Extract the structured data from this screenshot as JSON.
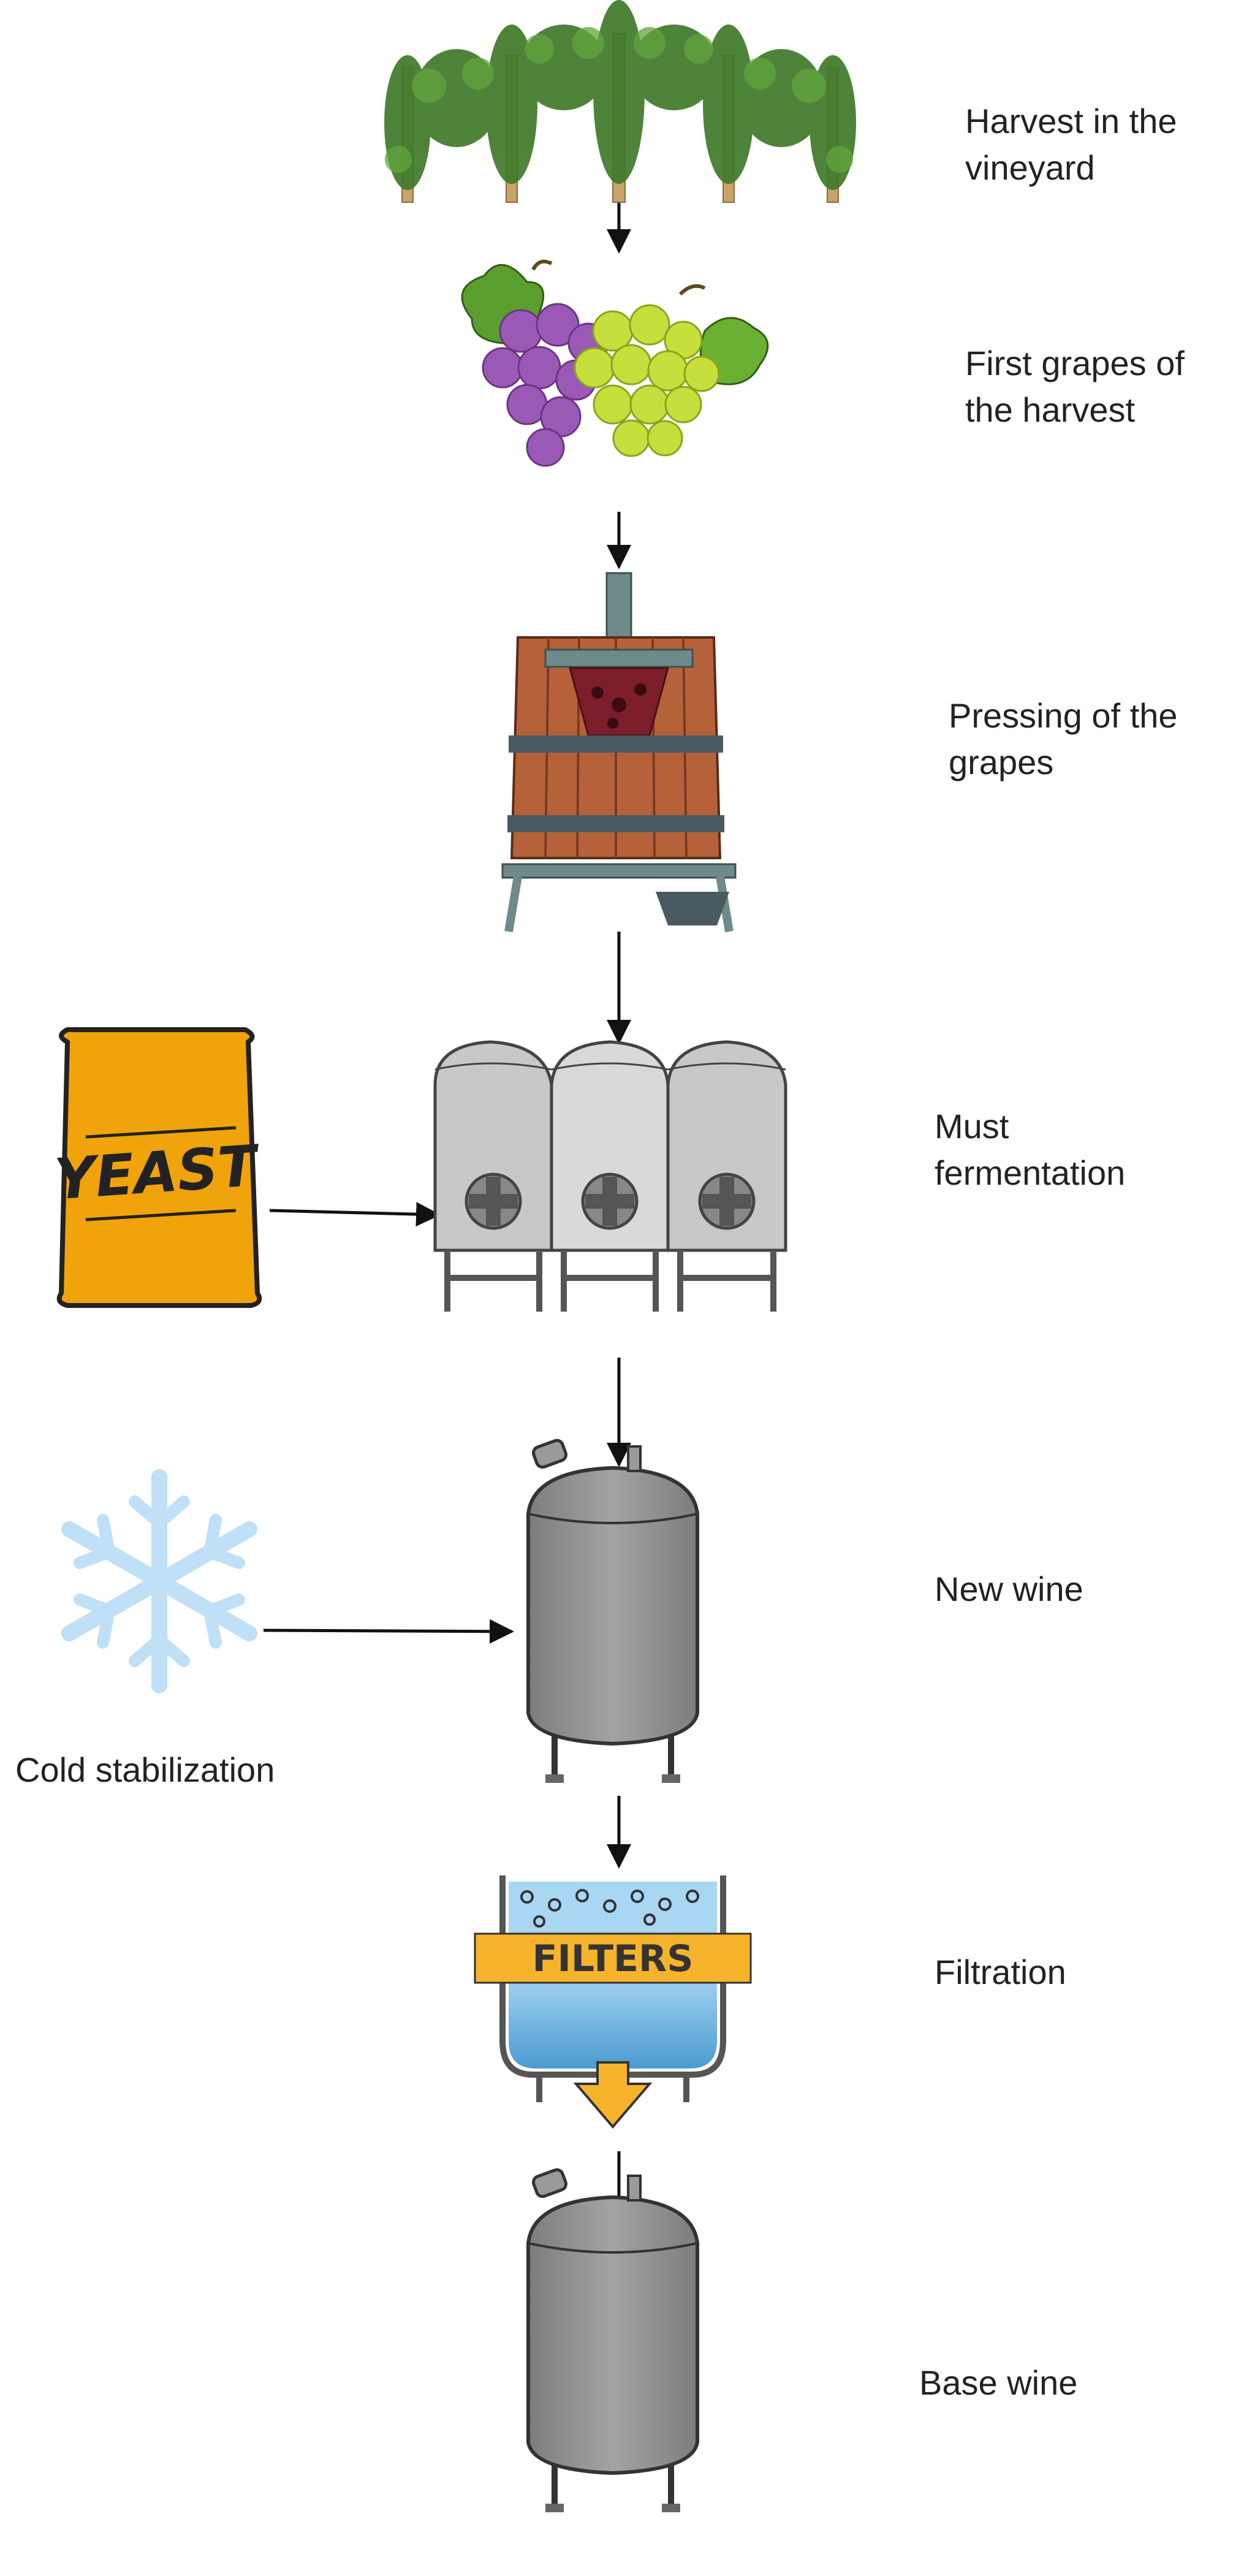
{
  "diagram": {
    "steps": [
      {
        "id": "vineyard",
        "label": "Harvest in the\nvineyard"
      },
      {
        "id": "grapes",
        "label": "First grapes of\nthe harvest"
      },
      {
        "id": "press",
        "label": "Pressing of the\ngrapes"
      },
      {
        "id": "fermentation",
        "label": "Must\nfermentation"
      },
      {
        "id": "new-wine",
        "label": "New wine"
      },
      {
        "id": "filtration",
        "label": "Filtration"
      },
      {
        "id": "base-wine",
        "label": "Base wine"
      }
    ],
    "inputs": {
      "yeast": {
        "bag_text": "YEAST"
      },
      "cold": {
        "label": "Cold stabilization"
      }
    },
    "filter_band_text": "FILTERS"
  },
  "colors": {
    "arrow": "#111111",
    "vine_leaf": "#3f7a2a",
    "vine_post": "#c8a36a",
    "grape_purple": "#9b59b6",
    "grape_green": "#c6df3d",
    "barrel_wood": "#b5623a",
    "barrel_band": "#4b5a61",
    "press_top": "#6f8a8a",
    "tank_light": "#cfcfcf",
    "tank_dark": "#8f8f8f",
    "yeast_bag": "#f0a30a",
    "snowflake": "#bfe0f7",
    "filter_band": "#f7b32b",
    "filter_water": "#7fbfe8"
  }
}
